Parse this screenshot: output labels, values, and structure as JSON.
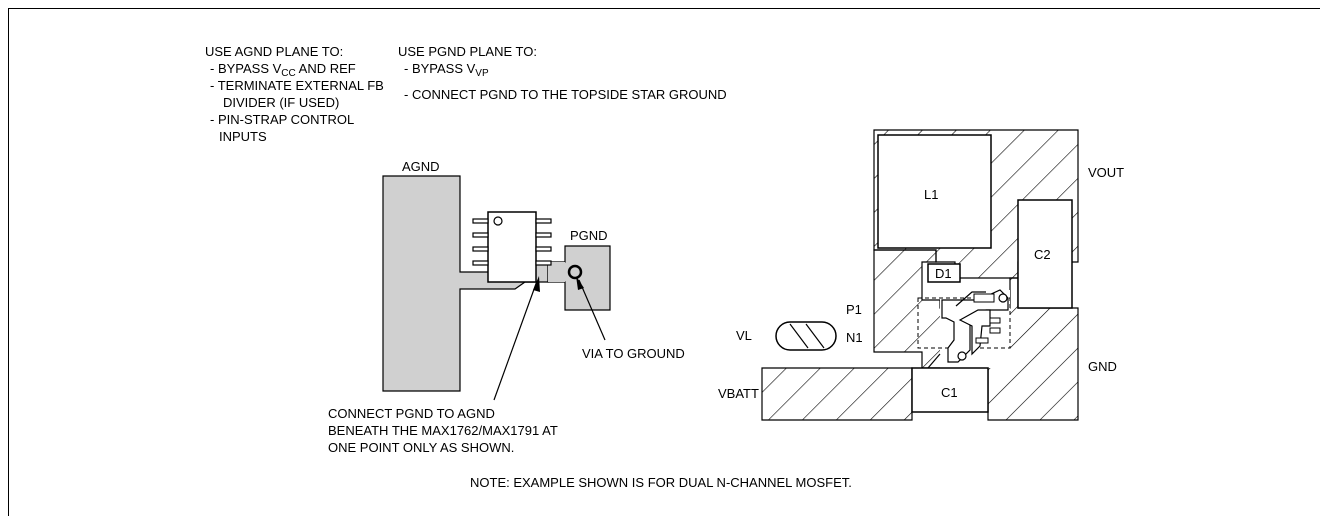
{
  "agnd_notes": {
    "heading": "USE AGND PLANE TO:",
    "bypass_prefix": "- BYPASS V",
    "bypass_sub": "CC",
    "bypass_suffix": " AND REF",
    "line2": "- TERMINATE EXTERNAL FB",
    "line3": "DIVIDER (IF USED)",
    "line4": "- PIN-STRAP CONTROL",
    "line5": "INPUTS"
  },
  "pgnd_notes": {
    "heading": "USE PGND PLANE TO:",
    "bypass_prefix": "- BYPASS V",
    "bypass_sub": "VP",
    "line2": "- CONNECT PGND TO THE TOPSIDE STAR GROUND"
  },
  "labels": {
    "agnd": "AGND",
    "pgnd": "PGND",
    "via": "VIA TO GROUND",
    "connect_line1": "CONNECT PGND TO AGND",
    "connect_line2": "BENEATH  THE MAX1762/MAX1791 AT",
    "connect_line3": "ONE POINT ONLY AS SHOWN.",
    "note": "NOTE: EXAMPLE SHOWN  IS FOR  DUAL N-CHANNEL MOSFET."
  },
  "components": {
    "l1": "L1",
    "c2": "C2",
    "d1": "D1",
    "c1": "C1",
    "p1": "P1",
    "n1": "N1",
    "vl": "VL",
    "vout": "VOUT",
    "gnd": "GND",
    "vbatt": "VBATT"
  },
  "colors": {
    "plane_fill": "#d0d0d0",
    "ink": "#000000"
  }
}
